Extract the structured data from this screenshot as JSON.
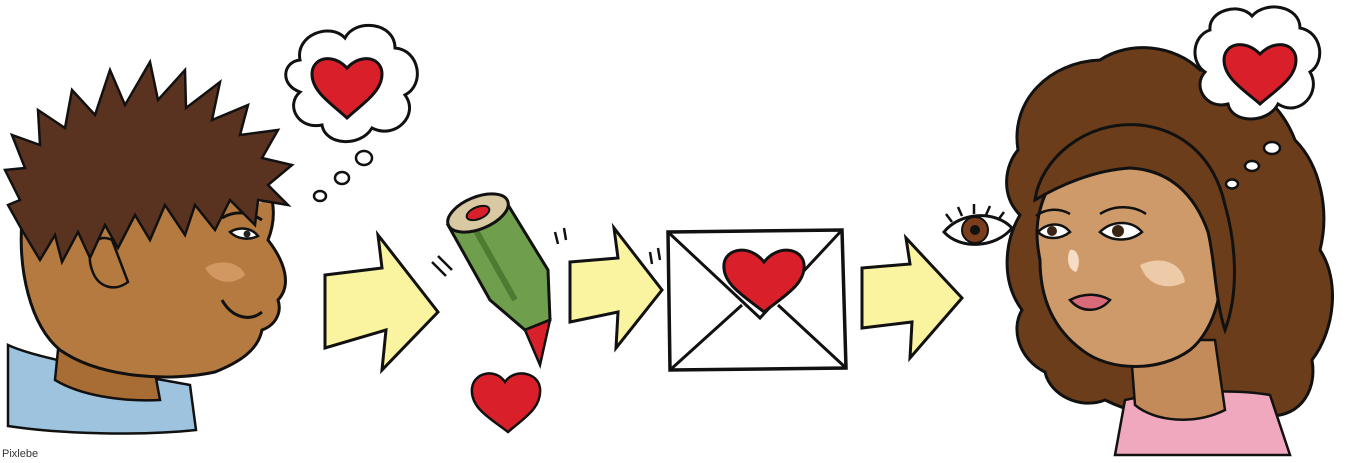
{
  "caption": "Pixlebe",
  "colors": {
    "background": "#ffffff",
    "outline": "#111111",
    "boy_skin": "#b57a3f",
    "boy_hair": "#5a3320",
    "boy_shirt": "#9dc3de",
    "girl_skin": "#cf9a6a",
    "girl_hair": "#6b3d1a",
    "girl_shirt": "#f0a8bf",
    "heart": "#d81f2a",
    "arrow": "#faf3a0",
    "pencil": "#6f9f4c",
    "envelope": "#ffffff"
  },
  "icons": [
    "boy-figure",
    "thought-bubble-heart-icon",
    "arrow-icon",
    "pencil-drawing-heart-icon",
    "envelope-heart-icon",
    "eye-icon",
    "girl-figure"
  ]
}
